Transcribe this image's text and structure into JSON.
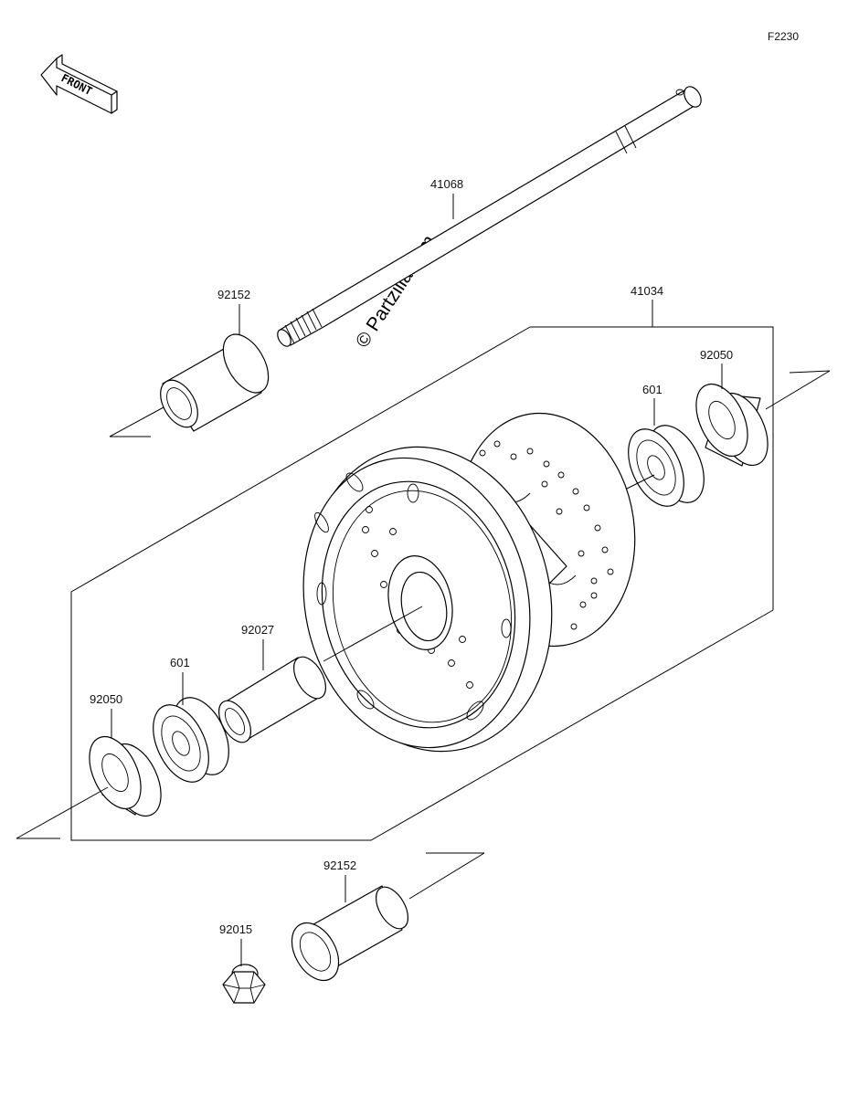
{
  "figure_ref": "F2230",
  "front_label": "FRONT",
  "watermark": "© Partzilla.com",
  "parts": {
    "axle": "41068",
    "collar_upper": "92152",
    "hub_assembly": "41034",
    "oil_seal_right": "92050",
    "bearing_right": "601",
    "spacer": "92027",
    "bearing_left": "601",
    "oil_seal_left": "92050",
    "collar_lower": "92152",
    "axle_nut": "92015"
  }
}
